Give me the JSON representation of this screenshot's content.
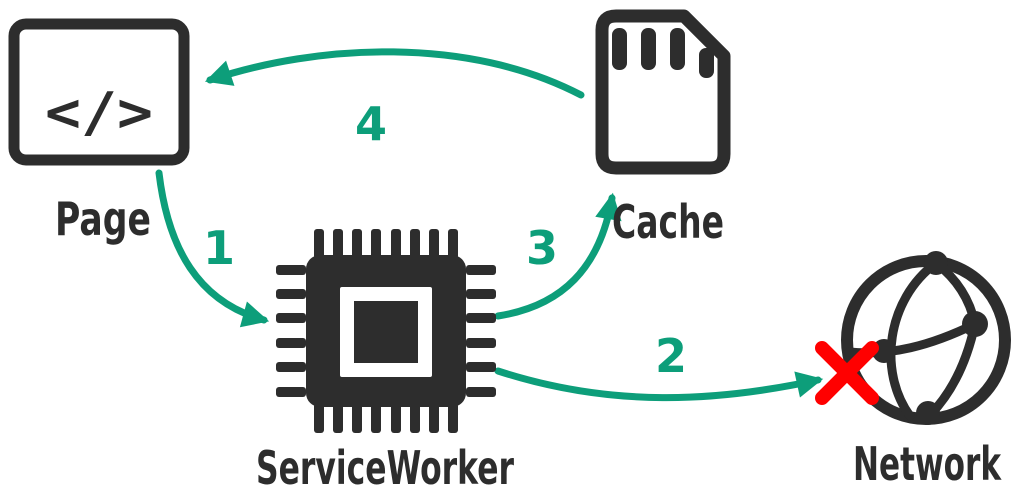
{
  "colors": {
    "icon_dark": "#2d2d2d",
    "arrow_teal": "#0d9e7a",
    "blocked_red": "#ff0000",
    "background": "#ffffff"
  },
  "nodes": {
    "page": {
      "label": "Page",
      "icon": "browser-code-icon",
      "glyph": "</>"
    },
    "cache": {
      "label": "Cache",
      "icon": "sd-card-icon"
    },
    "serviceworker": {
      "label": "ServiceWorker",
      "icon": "cpu-chip-icon"
    },
    "network": {
      "label": "Network",
      "icon": "globe-network-icon",
      "status": "blocked"
    }
  },
  "arrows": [
    {
      "step": "1",
      "from": "page",
      "to": "serviceworker"
    },
    {
      "step": "2",
      "from": "serviceworker",
      "to": "network",
      "blocked": true
    },
    {
      "step": "3",
      "from": "serviceworker",
      "to": "cache"
    },
    {
      "step": "4",
      "from": "cache",
      "to": "page"
    }
  ]
}
